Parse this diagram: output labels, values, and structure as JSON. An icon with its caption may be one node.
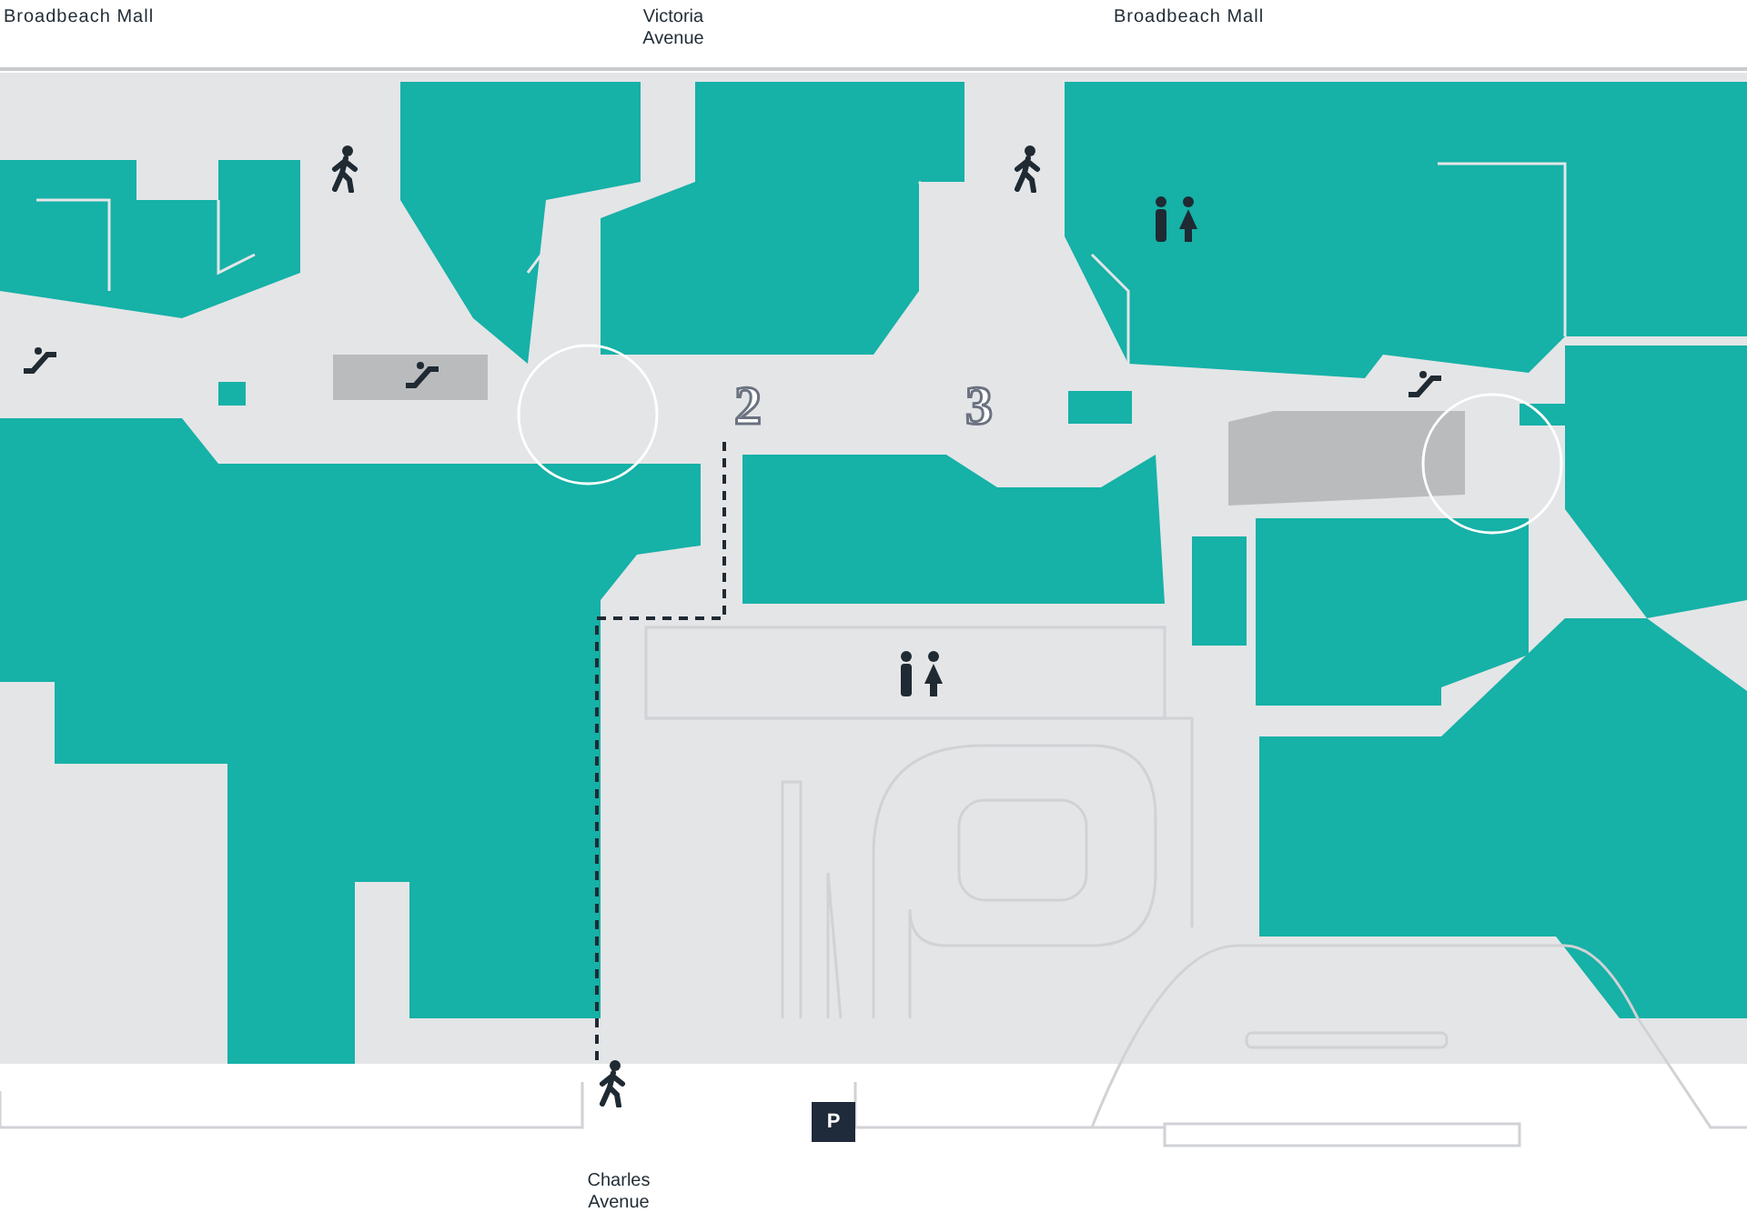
{
  "diagram": {
    "nodes": [
      {
        "text": [],
        "shape": "person"
      },
      {
        "text": [
          "2"
        ]
      }
    ],
    "edges": [
      {
        "from": 0,
        "to": 1,
        "arrow": "none",
        "style": "dashed"
      }
    ],
    "labels": [
      "Broadbeach Mall",
      "Victoria Avenue",
      "Broadbeach Mall",
      "3",
      "P",
      "Charles Avenue"
    ]
  }
}
